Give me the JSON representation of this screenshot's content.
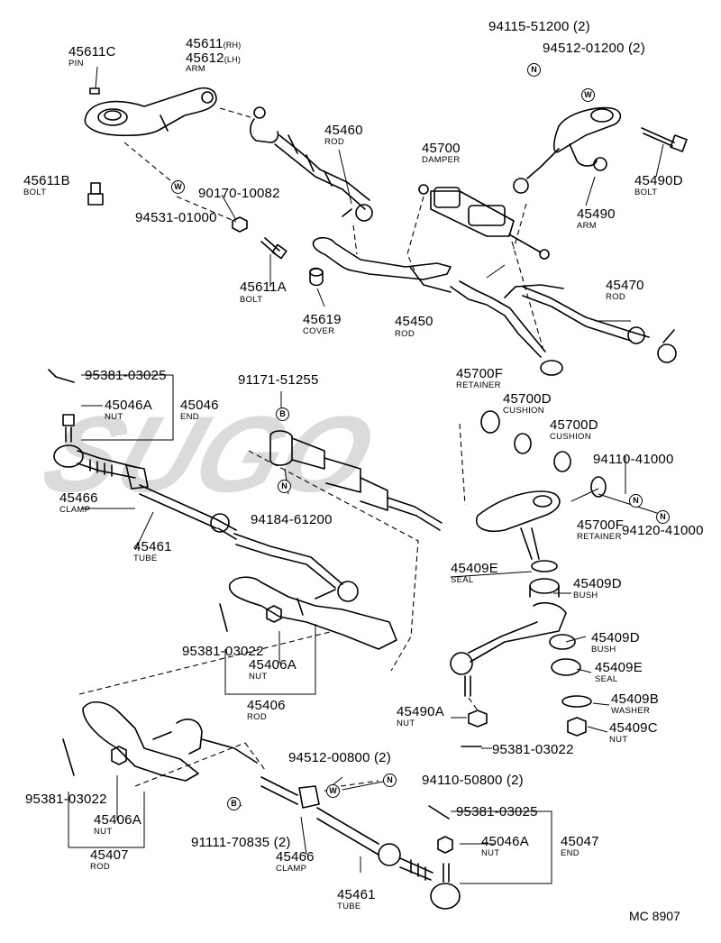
{
  "watermark": "SUGO",
  "diagram_code": "MC 8907",
  "symbols": {
    "n": "N",
    "w": "W",
    "b": "B"
  },
  "colors": {
    "line": "#000000",
    "watermark": "#c8c8c8"
  },
  "parts": {
    "p45611C": {
      "num": "45611C",
      "name": "PIN"
    },
    "p45611": {
      "num": "45611",
      "suffix": "(RH)"
    },
    "p45612": {
      "num": "45612",
      "suffix": "(LH)",
      "name": "ARM"
    },
    "p45611B": {
      "num": "45611B",
      "name": "BOLT"
    },
    "p94531": {
      "num": "94531-01000"
    },
    "p90170": {
      "num": "90170-10082"
    },
    "p45611A": {
      "num": "45611A",
      "name": "BOLT"
    },
    "p45619": {
      "num": "45619",
      "name": "COVER"
    },
    "p45460": {
      "num": "45460",
      "name": "ROD"
    },
    "p45450": {
      "num": "45450",
      "name": "ROD"
    },
    "p45700": {
      "num": "45700",
      "name": "DAMPER"
    },
    "p94115": {
      "num": "94115-51200 (2)"
    },
    "p94512a": {
      "num": "94512-01200 (2)"
    },
    "p45490D": {
      "num": "45490D",
      "name": "BOLT"
    },
    "p45490": {
      "num": "45490",
      "name": "ARM"
    },
    "p45470": {
      "num": "45470",
      "name": "ROD"
    },
    "p95381a": {
      "num": "95381-03025"
    },
    "p45046A": {
      "num": "45046A",
      "name": "NUT"
    },
    "p45046": {
      "num": "45046",
      "name": "END"
    },
    "p91171": {
      "num": "91171-51255"
    },
    "p45700F1": {
      "num": "45700F",
      "name": "RETAINER"
    },
    "p45700D1": {
      "num": "45700D",
      "name": "CUSHION"
    },
    "p45700D2": {
      "num": "45700D",
      "name": "CUSHION"
    },
    "p94110a": {
      "num": "94110-41000"
    },
    "p45700F2": {
      "num": "45700F",
      "name": "RETAINER"
    },
    "p94120": {
      "num": "94120-41000"
    },
    "p45466a": {
      "num": "45466",
      "name": "CLAMP"
    },
    "p45461a": {
      "num": "45461",
      "name": "TUBE"
    },
    "p94184": {
      "num": "94184-61200"
    },
    "p45409E1": {
      "num": "45409E",
      "name": "SEAL"
    },
    "p45409D1": {
      "num": "45409D",
      "name": "BUSH"
    },
    "p45409D2": {
      "num": "45409D",
      "name": "BUSH"
    },
    "p45409E2": {
      "num": "45409E",
      "name": "SEAL"
    },
    "p45409B": {
      "num": "45409B",
      "name": "WASHER"
    },
    "p45409C": {
      "num": "45409C",
      "name": "NUT"
    },
    "p95381b": {
      "num": "95381-03022"
    },
    "p45406A1": {
      "num": "45406A",
      "name": "NUT"
    },
    "p45406": {
      "num": "45406",
      "name": "ROD"
    },
    "p45490A": {
      "num": "45490A",
      "name": "NUT"
    },
    "p95381c": {
      "num": "95381-03022"
    },
    "p94512b": {
      "num": "94512-00800 (2)"
    },
    "p94110b": {
      "num": "94110-50800 (2)"
    },
    "p95381d": {
      "num": "95381-03022"
    },
    "p45406A2": {
      "num": "45406A",
      "name": "NUT"
    },
    "p45407": {
      "num": "45407",
      "name": "ROD"
    },
    "p95381e": {
      "num": "95381-03025"
    },
    "p91111": {
      "num": "91111-70835 (2)"
    },
    "p45466b": {
      "num": "45466",
      "name": "CLAMP"
    },
    "p45046A2": {
      "num": "45046A",
      "name": "NUT"
    },
    "p45047": {
      "num": "45047",
      "name": "END"
    },
    "p45461b": {
      "num": "45461",
      "name": "TUBE"
    }
  }
}
